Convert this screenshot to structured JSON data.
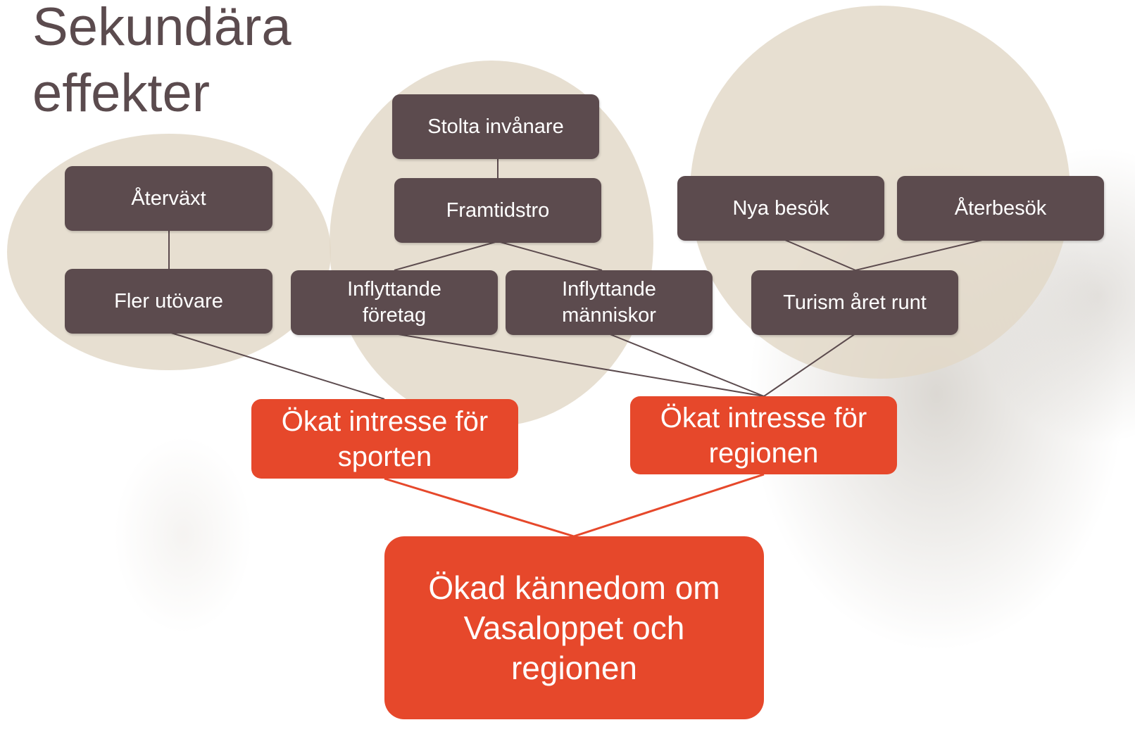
{
  "slide": {
    "title": "Sekundära\neffekter"
  },
  "diagram": {
    "nodes": {
      "aterväxt": "Återväxt",
      "fler_utovare": "Fler utövare",
      "stolta_invanare": "Stolta invånare",
      "framtidstro": "Framtidstro",
      "inflyttande_foretag": "Inflyttande\nföretag",
      "inflyttande_manniskor": "Inflyttande\nmänniskor",
      "nya_besok": "Nya besök",
      "aterbesok": "Återbesök",
      "turism": "Turism året runt",
      "okat_sport": "Ökat intresse för\nsporten",
      "okat_region": "Ökat intresse för\nregionen",
      "okad_kannedom": "Ökad kännedom om\nVasaloppet och\nregionen"
    },
    "colors": {
      "dark_box": "#5c4b4e",
      "orange_box": "#e6482b",
      "circle": "#e2d8c7",
      "title": "#5b4b4e"
    }
  }
}
